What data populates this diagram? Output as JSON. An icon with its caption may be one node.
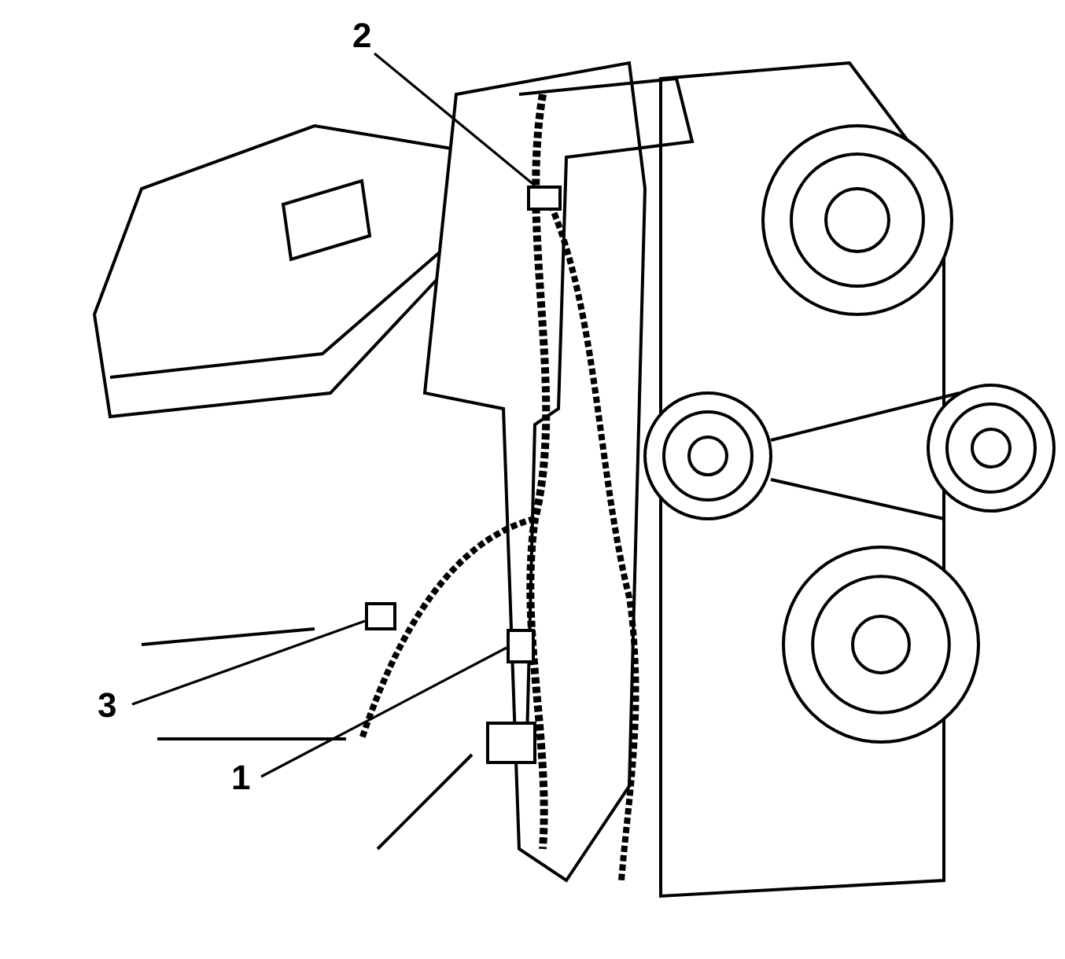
{
  "diagram": {
    "nodes": [
      {
        "text": [
          "2"
        ]
      },
      {
        "text": [
          "3"
        ]
      },
      {
        "text": [
          "1"
        ]
      },
      {
        "text": [],
        "shape": "box"
      },
      {
        "text": [],
        "shape": "box"
      },
      {
        "text": [],
        "shape": "box"
      }
    ],
    "edges": [
      {
        "from": 0,
        "to": 3,
        "arrow": "none"
      },
      {
        "from": 1,
        "to": 4,
        "arrow": "none"
      },
      {
        "from": 2,
        "to": 5,
        "arrow": "none"
      }
    ]
  }
}
